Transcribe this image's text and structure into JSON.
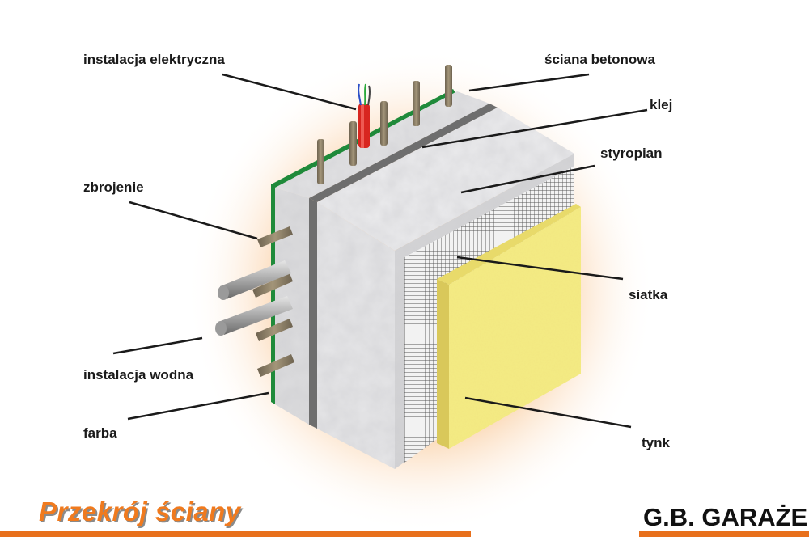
{
  "labels": {
    "instalacja_elektryczna": "instalacja elektryczna",
    "sciana_betonowa": "ściana betonowa",
    "klej": "klej",
    "styropian": "styropian",
    "zbrojenie": "zbrojenie",
    "siatka": "siatka",
    "instalacja_wodna": "instalacja wodna",
    "farba": "farba",
    "tynk": "tynk"
  },
  "footer": {
    "title": "Przekrój ściany",
    "company": "G.B. GARAŻE"
  },
  "colors": {
    "accent": "#e8701c",
    "plaster": "#f4ec84",
    "cable": "#d8261f",
    "paint": "#1f8a3a",
    "adhesive": "#6e6e6e",
    "rebar": "#8a7d62"
  }
}
